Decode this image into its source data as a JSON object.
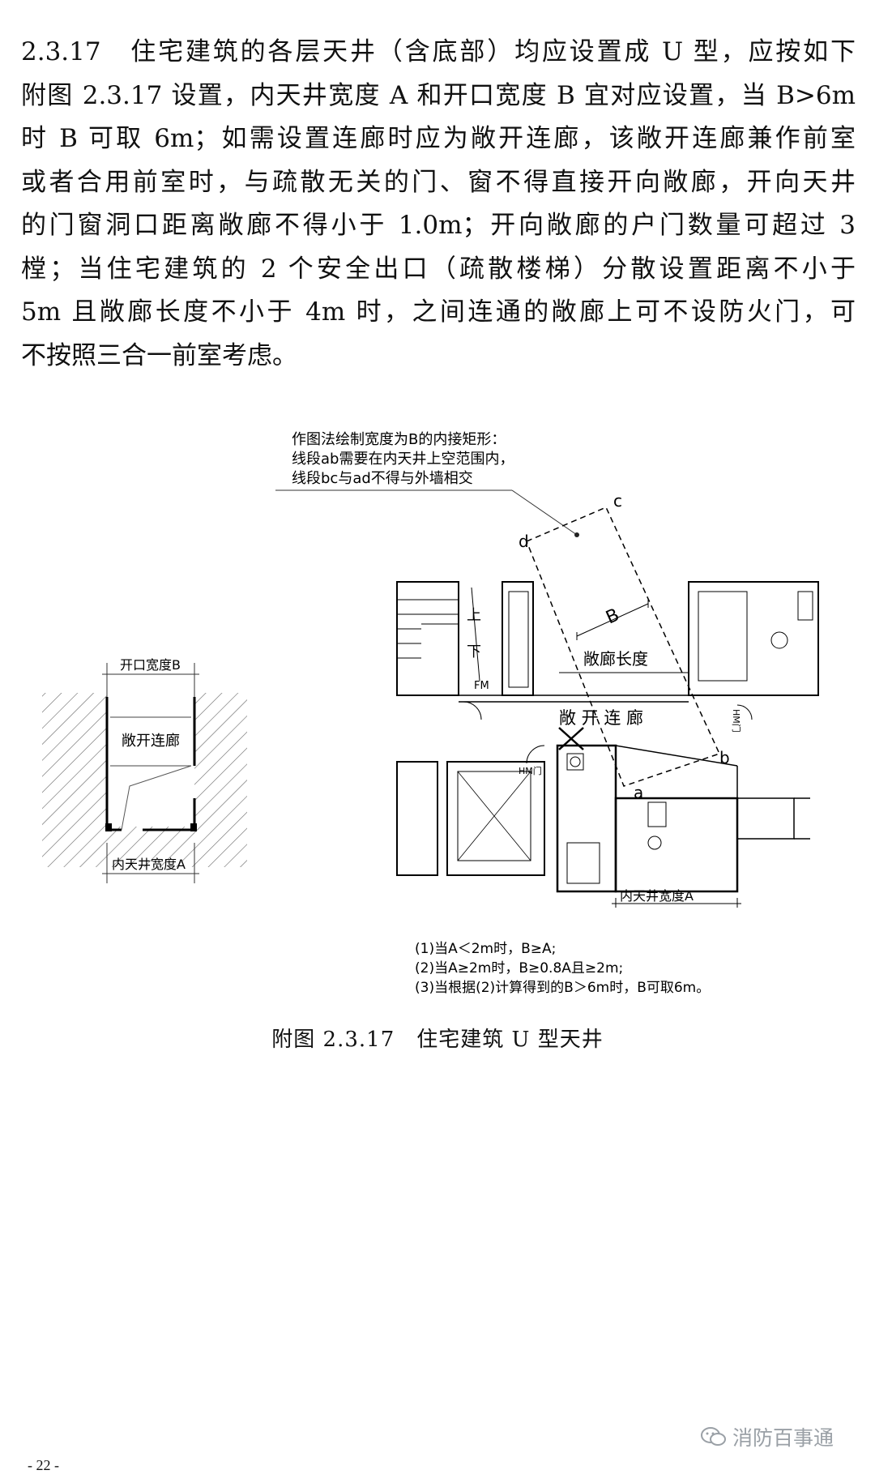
{
  "clause": {
    "lines": [
      "2.3.17　住宅建筑的各层天井（含底部）均应设置成 U 型，应按如下",
      "附图 2.3.17 设置，内天井宽度 A 和开口宽度 B 宜对应设置，当 B>6m",
      "时 B 可取 6m；如需设置连廊时应为敞开连廊，该敞开连廊兼作前室",
      "或者合用前室时，与疏散无关的门、窗不得直接开向敞廊，开向天井",
      "的门窗洞口距离敞廊不得小于 1.0m；开向敞廊的户门数量可超过 3",
      "樘；当住宅建筑的 2 个安全出口（疏散楼梯）分散设置距离不小于",
      "5m 且敞廊长度不小于 4m 时，之间连通的敞廊上可不设防火门，可",
      "不按照三合一前室考虑。"
    ]
  },
  "figure": {
    "note_lines": [
      "作图法绘制宽度为B的内接矩形：",
      "线段ab需要在内天井上空范围内，",
      "线段bc与ad不得与外墙相交"
    ],
    "point_labels": {
      "a": "a",
      "b": "b",
      "c": "c",
      "d": "d"
    },
    "dim_B": "B",
    "left_diagram": {
      "open_width": "开口宽度B",
      "corridor": "敞开连廊",
      "inner_width": "内天井宽度A"
    },
    "plan": {
      "stair_up": "上",
      "stair_down": "下",
      "door_fm": "FM",
      "corridor_length": "敞廊长度",
      "open_corridor": "敞 开 连 廊",
      "door_hm_left": "HM门",
      "door_hm_right": "HM门",
      "inner_width": "内天井宽度A"
    },
    "conditions": [
      "(1)当A＜2m时，B≥A;",
      "(2)当A≥2m时，B≥0.8A且≥2m;",
      "(3)当根据(2)计算得到的B＞6m时，B可取6m。"
    ],
    "caption": "附图 2.3.17　住宅建筑 U 型天井"
  },
  "page_number": "- 22 -",
  "watermark": {
    "text": "消防百事通",
    "icon": "wechat-icon"
  }
}
